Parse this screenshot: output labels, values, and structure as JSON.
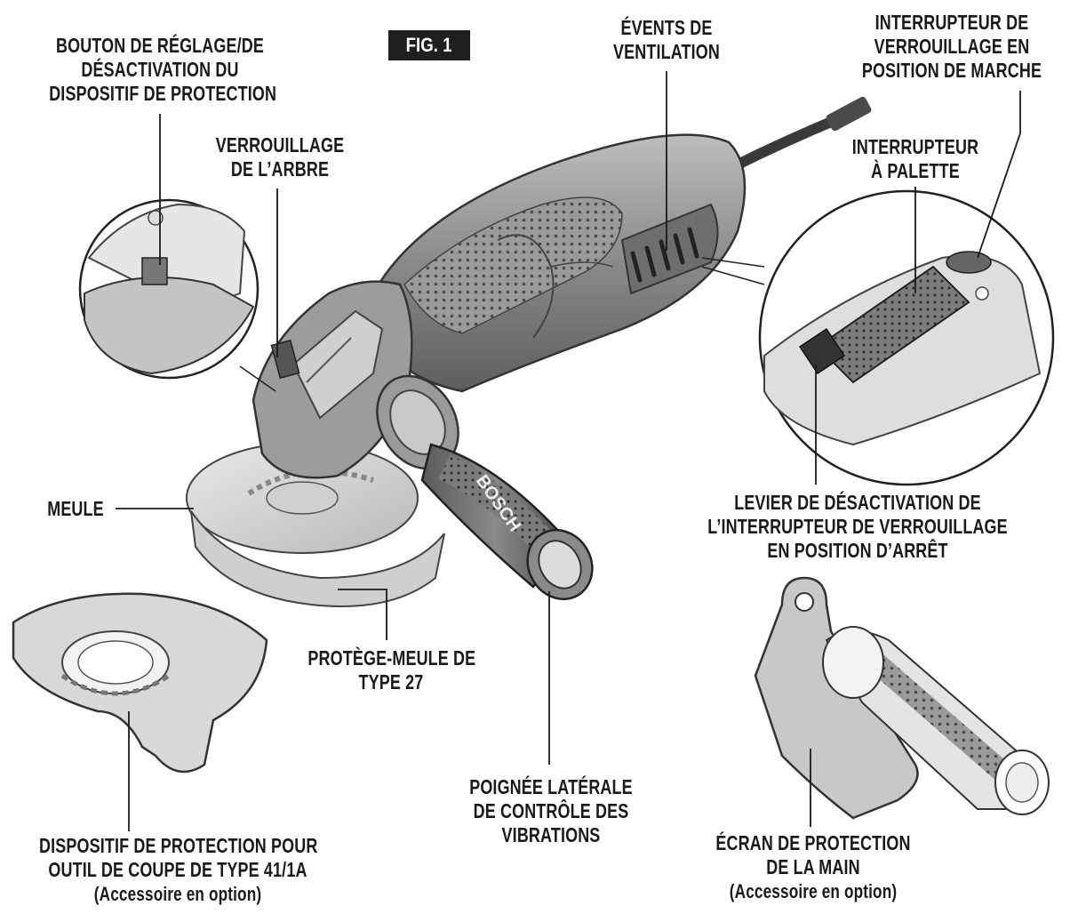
{
  "figure": {
    "badge": "FIG. 1"
  },
  "labels": {
    "guard_button": [
      "BOUTON DE RÉGLAGE/DE",
      "DÉSACTIVATION DU",
      "DISPOSITIF DE PROTECTION"
    ],
    "spindle_lock": [
      "VERROUILLAGE",
      "DE L’ARBRE"
    ],
    "vents": [
      "ÉVENTS DE",
      "VENTILATION"
    ],
    "lock_on_switch": [
      "INTERRUPTEUR DE",
      "VERROUILLAGE EN",
      "POSITION DE MARCHE"
    ],
    "paddle_switch": [
      "INTERRUPTEUR",
      "À PALETTE"
    ],
    "wheel": [
      "MEULE"
    ],
    "lock_off_lever": [
      "LEVIER DE DÉSACTIVATION DE",
      "L’INTERRUPTEUR DE VERROUILLAGE",
      "EN POSITION D’ARRÊT"
    ],
    "type27_guard": [
      "PROTÈGE-MEULE DE",
      "TYPE 27"
    ],
    "side_handle": [
      "POIGNÉE LATÉRALE",
      "DE CONTRÔLE DES",
      "VIBRATIONS"
    ],
    "type41_guard": [
      "DISPOSITIF DE PROTECTION POUR",
      "OUTIL DE COUPE DE TYPE 41/1A",
      "(Accessoire en option)"
    ],
    "hand_shield": [
      "ÉCRAN DE PROTECTION",
      "DE LA MAIN",
      "(Accessoire en option)"
    ]
  },
  "handle_brand": "BOSCH"
}
